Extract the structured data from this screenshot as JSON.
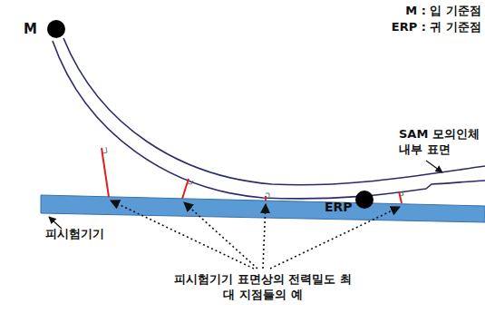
{
  "diagram": {
    "labels": [
      "M : 입 기준점",
      "ERP : 귀 기준점",
      "M",
      "SAM 모의인체 내부 표면",
      "ERP",
      "피시험기기",
      "피시험기기 표면상의 전력밀도 최대 지점들의 예"
    ]
  }
}
